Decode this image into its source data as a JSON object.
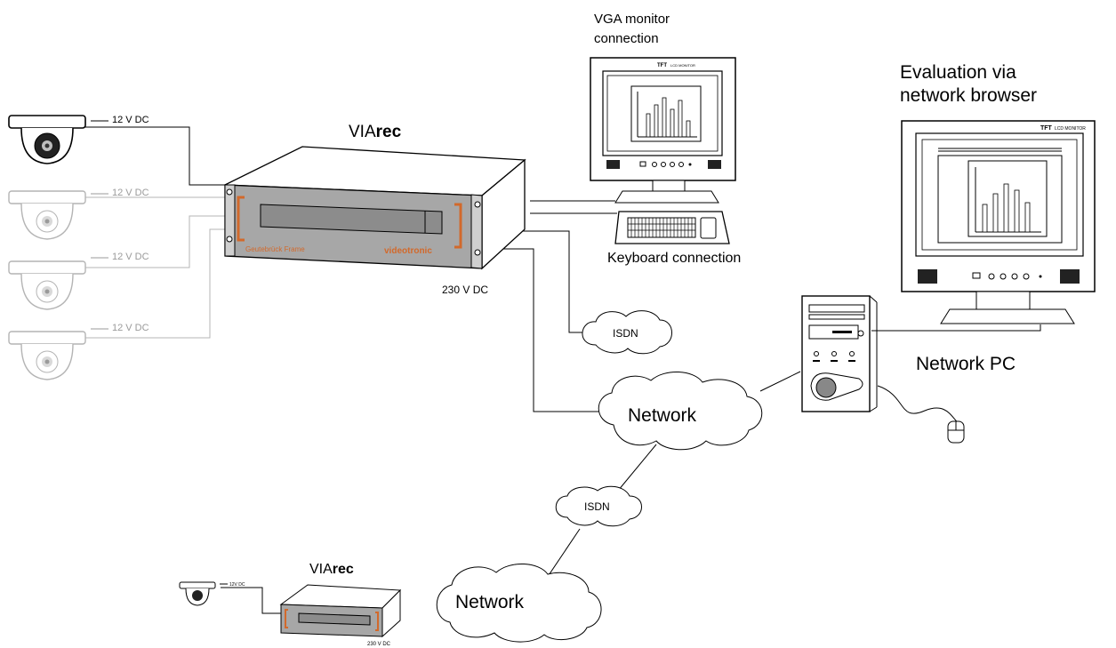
{
  "main_system": {
    "title_prefix": "VIA",
    "title_suffix": "rec",
    "brand_left": "Geutebrück Frame",
    "brand_right": "videotronic",
    "power": "230  V DC"
  },
  "camera_voltage": "12 V DC",
  "vga_monitor": {
    "label_line1": "VGA monitor",
    "label_line2": "connection",
    "badge": "TFT",
    "badge_small": "LCD MONITOR"
  },
  "keyboard": {
    "label": "Keyboard connection"
  },
  "browser_monitor": {
    "label_line1": "Evaluation via",
    "label_line2": "network browser",
    "badge": "TFT",
    "badge_small": "LCD MONITOR"
  },
  "network_pc": {
    "label": "Network PC"
  },
  "clouds": {
    "isdn_top": "ISDN",
    "network_main": "Network",
    "isdn_bottom": "ISDN",
    "network_bottom": "Network"
  },
  "remote_system": {
    "title_prefix": "VIA",
    "title_suffix": "rec",
    "camera_voltage": "12V DC",
    "power": "230 V DC"
  },
  "colors": {
    "accent_orange": "#d2692b",
    "gray_camera": "#b4b4b4",
    "line": "#000000"
  }
}
